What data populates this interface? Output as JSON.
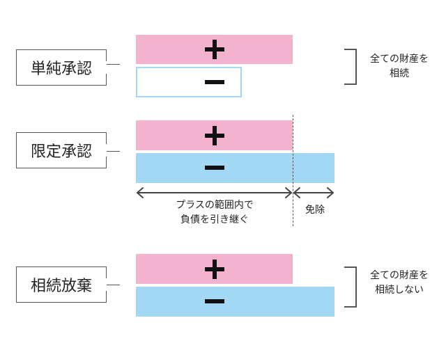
{
  "colors": {
    "asset_pink": "#f3b3cf",
    "debt_blue": "#a3d8f4",
    "line": "#555555"
  },
  "signs": {
    "plus": "+",
    "minus": "−"
  },
  "groups": [
    {
      "label": "単純承認",
      "note_lines": [
        "全ての財産を",
        "相続"
      ]
    },
    {
      "label": "限定承認",
      "range_labels": {
        "inherit_lines": [
          "プラスの範囲内で",
          "負債を引き継ぐ"
        ],
        "exempt": "免除"
      }
    },
    {
      "label": "相続放棄",
      "note_lines": [
        "全ての財産を",
        "相続しない"
      ]
    }
  ]
}
